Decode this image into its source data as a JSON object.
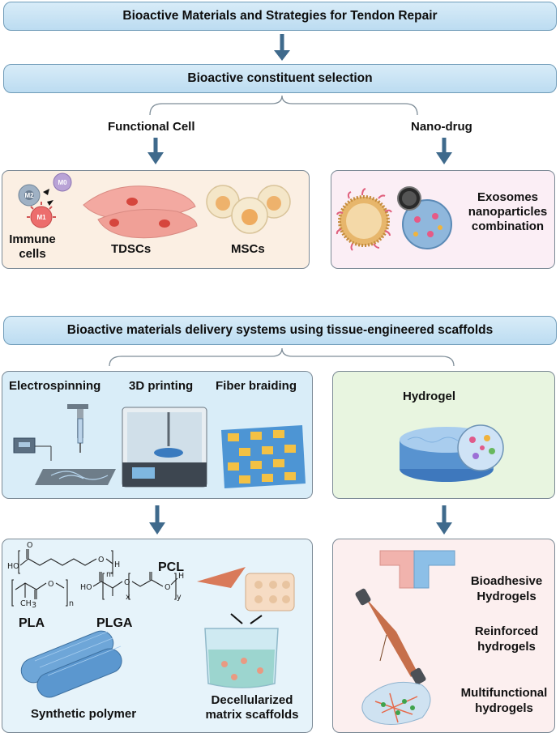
{
  "title": "Bioactive Materials and Strategies for Tendon Repair",
  "section1": {
    "title": "Bioactive constituent selection",
    "branch_left": "Functional Cell",
    "branch_right": "Nano-drug",
    "cells_panel": {
      "immune_label": "Immune cells",
      "immune_line1": "Immune",
      "immune_line2": "cells",
      "m0": "M0",
      "m1": "M1",
      "m2": "M2",
      "tdscs": "TDSCs",
      "mscs": "MSCs"
    },
    "nano_panel": {
      "line1": "Exosomes",
      "line2": "nanoparticles",
      "line3": "combination"
    }
  },
  "section2": {
    "title": "Bioactive materials delivery systems using tissue-engineered scaffolds",
    "fabrication": {
      "electrospinning": "Electrospinning",
      "printing": "3D printing",
      "braiding": "Fiber braiding"
    },
    "hydrogel": "Hydrogel",
    "polymers": {
      "pcl": "PCL",
      "pla": "PLA",
      "plga": "PLGA",
      "synthetic": "Synthetic polymer",
      "decell_line1": "Decellularized",
      "decell_line2": "matrix scaffolds"
    },
    "hydrogel_types": {
      "bio1": "Bioadhesive",
      "bio2": "Hydrogels",
      "rein1": "Reinforced",
      "rein2": "hydrogels",
      "multi1": "Multifunctional",
      "multi2": "hydrogels"
    }
  },
  "colors": {
    "banner": "#c5e2f5",
    "arrow": "#3f6a8c",
    "cells_panel": "#fbefe3",
    "nano_panel": "#fbeef5",
    "fab_panel": "#d9edf8",
    "hydrogel_panel": "#e8f5e0",
    "polymer_panel": "#e6f3fa",
    "hydrogel_types_panel": "#fcefef"
  }
}
